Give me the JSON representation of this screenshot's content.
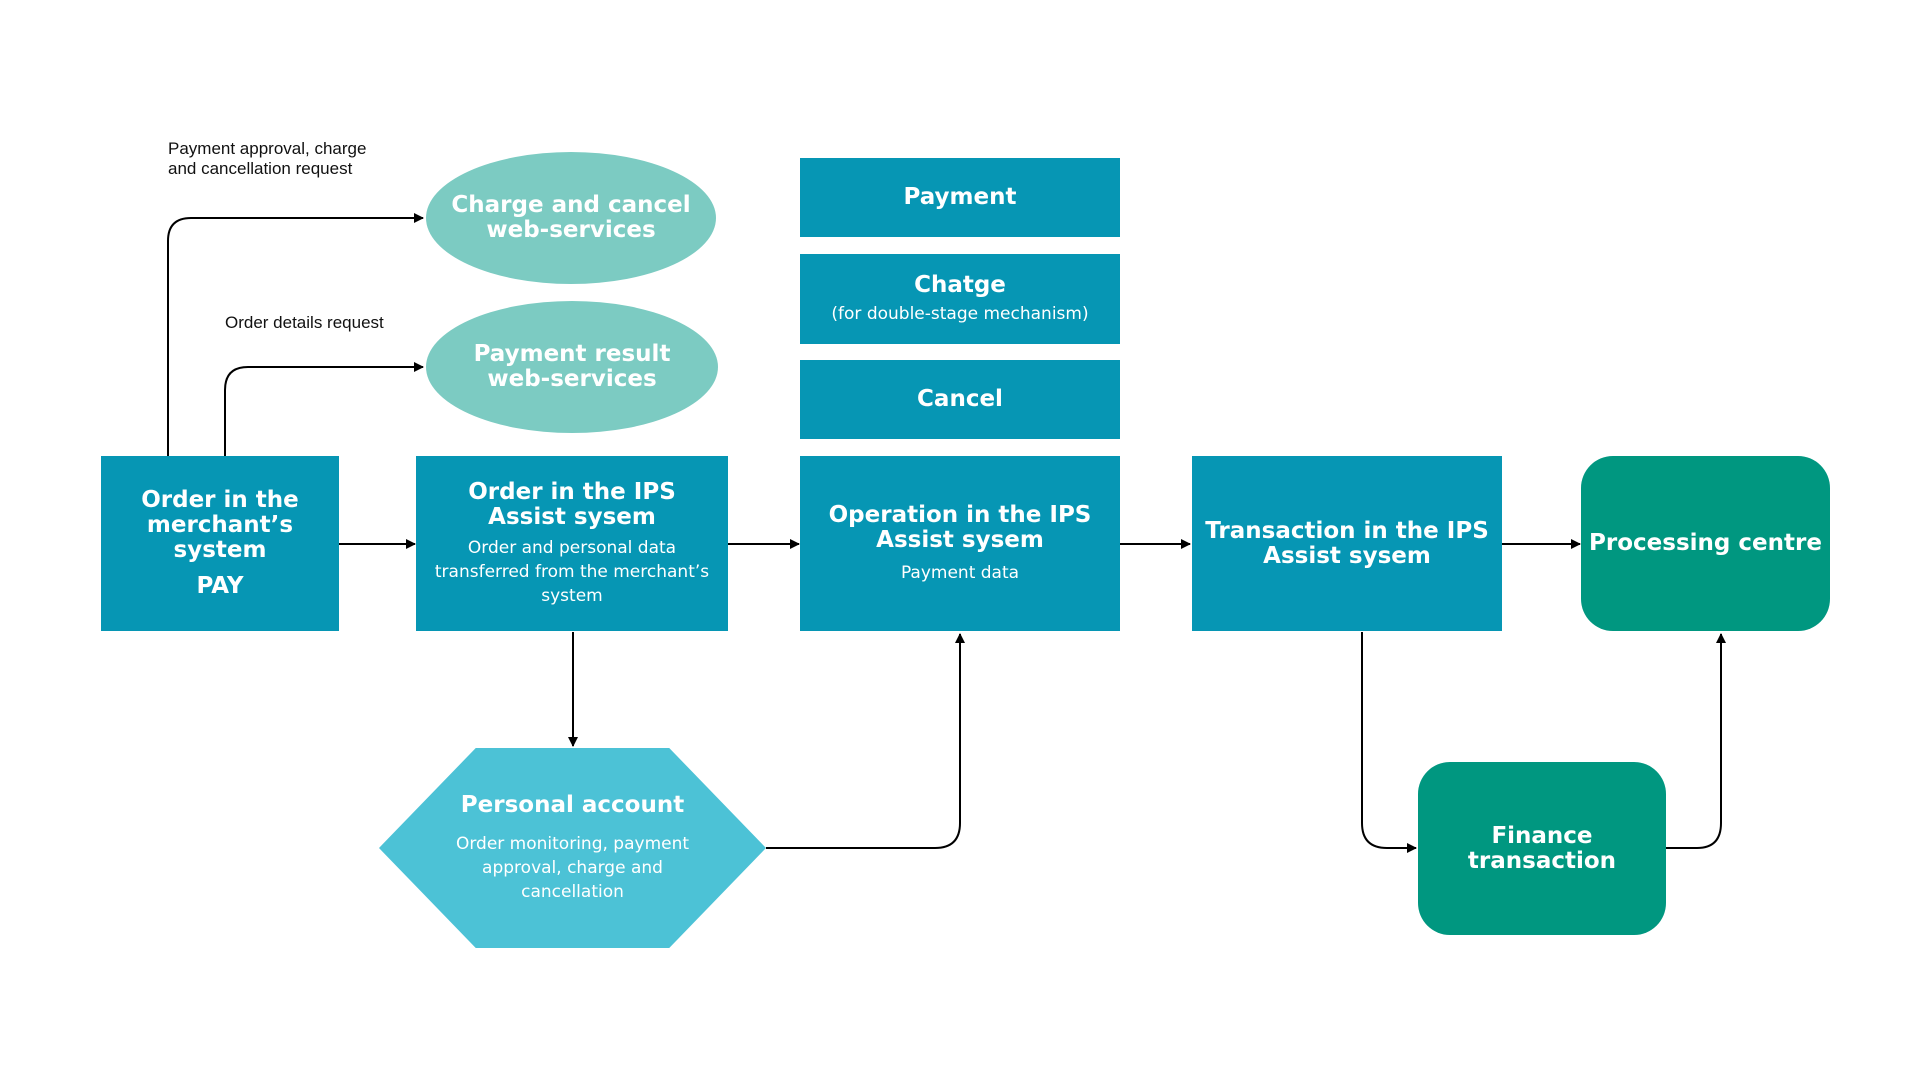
{
  "colors": {
    "teal": "#0696b4",
    "light_teal": "#7ccbc2",
    "cyan": "#4cc2d6",
    "green": "#009780",
    "arrow": "#000000"
  },
  "labels": {
    "payment_approval": "Payment approval, charge\nand cancellation request",
    "order_details": "Order details request"
  },
  "nodes": {
    "charge_cancel": {
      "title": "Charge and cancel\nweb-services"
    },
    "payment_result": {
      "title": "Payment result\nweb-services"
    },
    "payment": {
      "title": "Payment"
    },
    "charge": {
      "title": "Chatge",
      "sub": "(for double-stage mechanism)"
    },
    "cancel": {
      "title": "Cancel"
    },
    "merchant_order": {
      "title": "Order in the\nmerchant’s\nsystem",
      "pay": "PAY"
    },
    "ips_order": {
      "title": "Order in the IPS\nAssist sysem",
      "sub": "Order and personal data\ntransferred from the merchant’s\nsystem"
    },
    "operation": {
      "title": "Operation in the IPS\nAssist sysem",
      "sub": "Payment data"
    },
    "transaction": {
      "title": "Transaction in the IPS\nAssist sysem"
    },
    "processing": {
      "title": "Processing centre"
    },
    "personal_account": {
      "title": "Personal account",
      "sub": "Order monitoring, payment\napproval, charge and\ncancellation"
    },
    "finance": {
      "title": "Finance\ntransaction"
    }
  }
}
